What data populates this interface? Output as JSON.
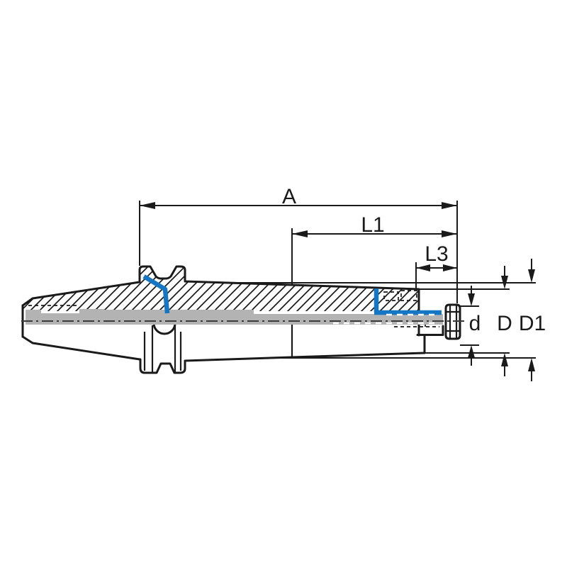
{
  "drawing": {
    "dimension_labels": {
      "overall_length": "A",
      "projection_length": "L1",
      "nose_length": "L3",
      "clamping_diameter": "d",
      "nose_diameter": "D",
      "body_diameter": "D1"
    },
    "colors": {
      "outline": "#1a1a1a",
      "highlight_blue": "#1577c4",
      "bore_gray": "#b3b3b3",
      "centerline": "#3a3a3a",
      "background": "#ffffff"
    }
  }
}
